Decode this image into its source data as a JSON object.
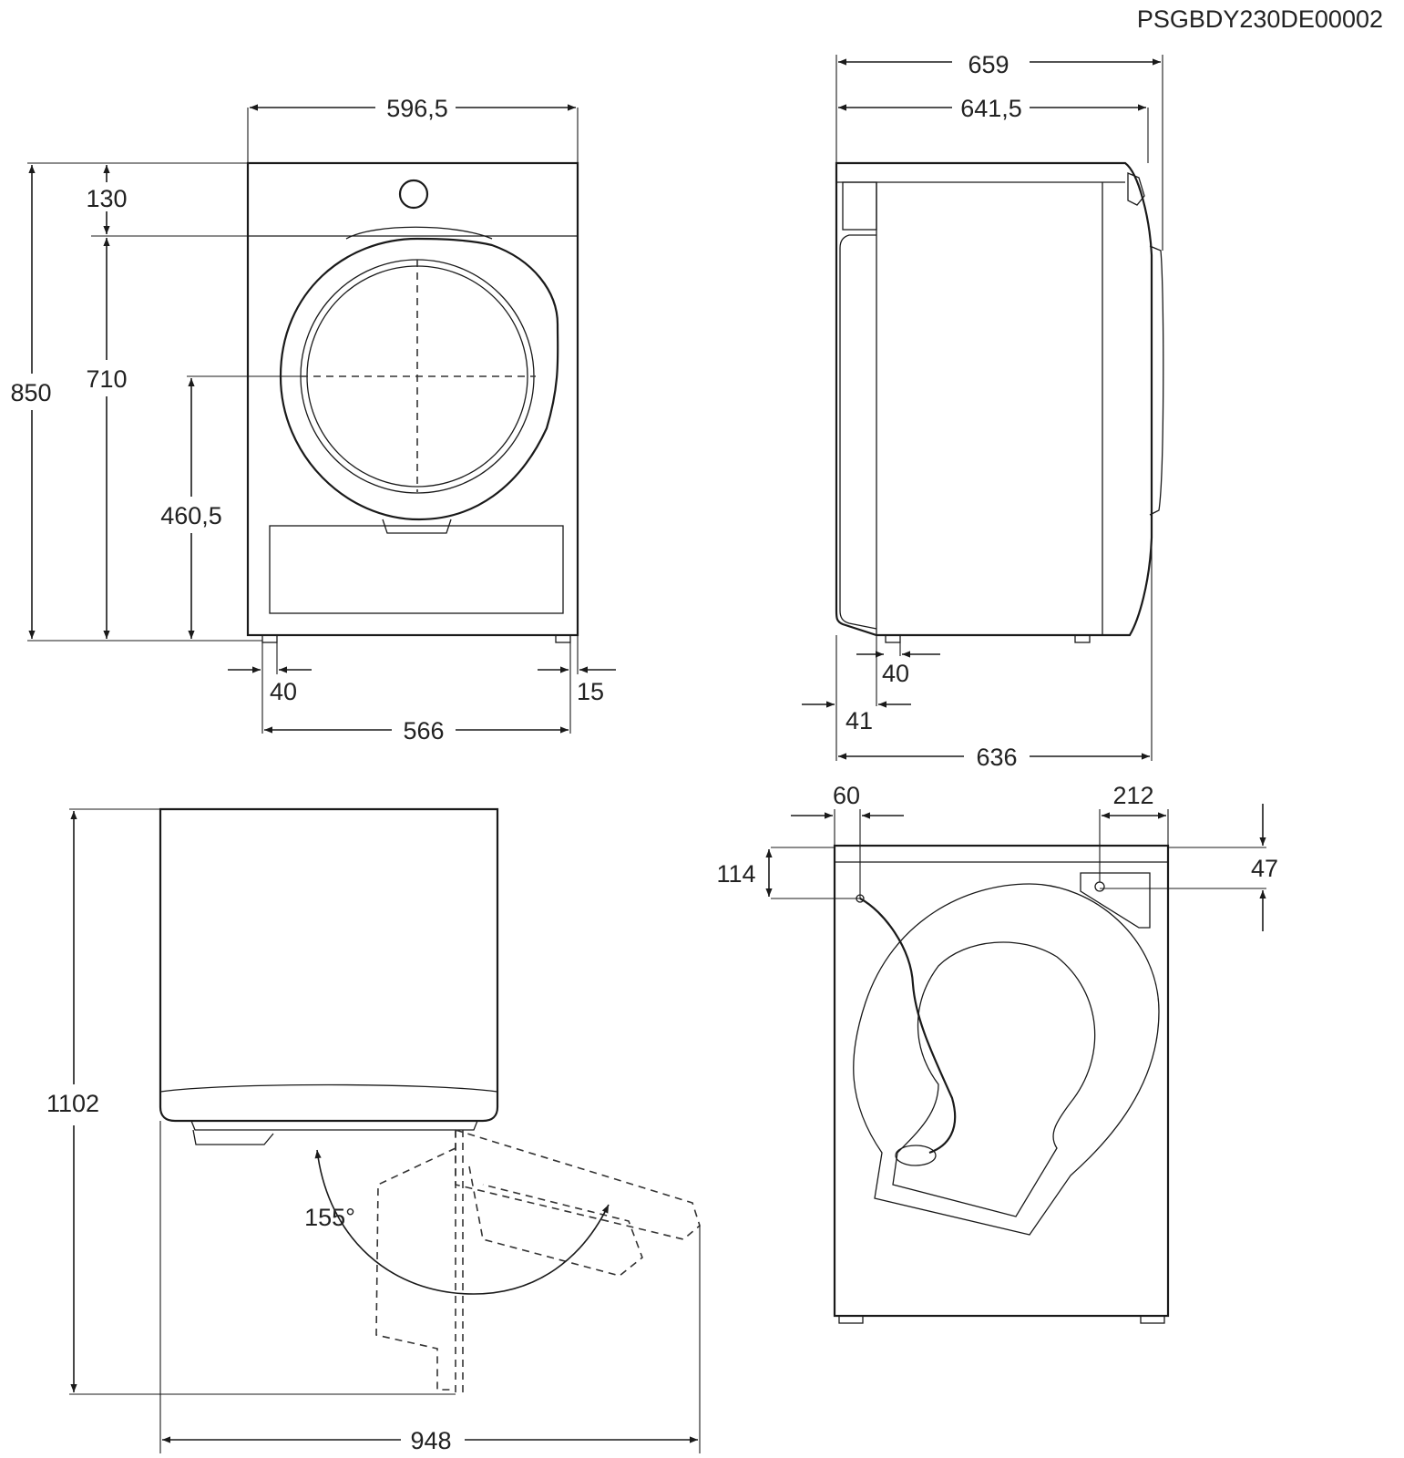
{
  "doc_code": "PSGBDY230DE00002",
  "front_view": {
    "width_total": "596,5",
    "height_total": "850",
    "height_top_panel": "130",
    "height_below_panel": "710",
    "door_center_height": "460,5",
    "foot_offset_left": "40",
    "foot_offset_right": "15",
    "foot_span": "566"
  },
  "side_view": {
    "depth_total": "659",
    "depth_body_handle": "641,5",
    "foot_offset": "40",
    "back_offset": "41",
    "depth_feet": "636"
  },
  "door_open_view": {
    "height_door_open": "1102",
    "door_angle": "155°",
    "depth_door_open": "948"
  },
  "rear_view": {
    "hose_offset_left": "60",
    "outlet_offset_right": "212",
    "hose_height": "114",
    "outlet_height": "47"
  }
}
